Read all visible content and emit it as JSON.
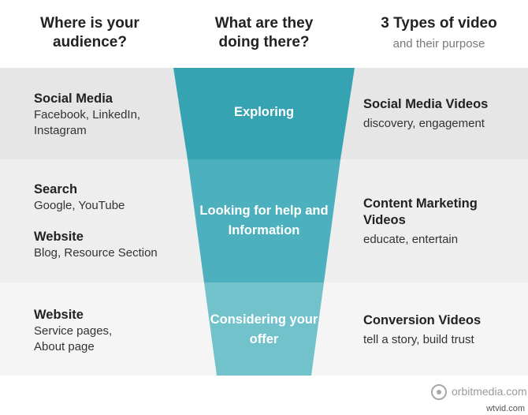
{
  "headers": [
    {
      "title": "Where is your audience?",
      "subtitle": ""
    },
    {
      "title": "What are they doing there?",
      "subtitle": ""
    },
    {
      "title": "3 Types of video",
      "subtitle": "and their purpose"
    }
  ],
  "funnel": {
    "stages": [
      "Exploring",
      "Looking for help and Information",
      "Considering your offer"
    ],
    "colors": [
      "#36a3b2",
      "#4db0be",
      "#72c2cc"
    ]
  },
  "rows": [
    {
      "audience": [
        {
          "title": "Social Media",
          "text": "Facebook, LinkedIn, Instagram"
        }
      ],
      "video_type": {
        "title": "Social Media Videos",
        "purpose": "discovery, engagement"
      }
    },
    {
      "audience": [
        {
          "title": "Search",
          "text": "Google, YouTube"
        },
        {
          "title": "Website",
          "text": "Blog, Resource Section"
        }
      ],
      "video_type": {
        "title": "Content Marketing Videos",
        "purpose": "educate, entertain"
      }
    },
    {
      "audience": [
        {
          "title": "Website",
          "text": "Service pages, About page"
        }
      ],
      "video_type": {
        "title": "Conversion Videos",
        "purpose": "tell a story, build trust"
      }
    }
  ],
  "logo_text": "orbitmedia.com",
  "watermark": "wtvid.com",
  "colors": {
    "band_1": "#e6e6e6",
    "band_2": "#eeeeee",
    "band_3": "#f5f5f5"
  }
}
